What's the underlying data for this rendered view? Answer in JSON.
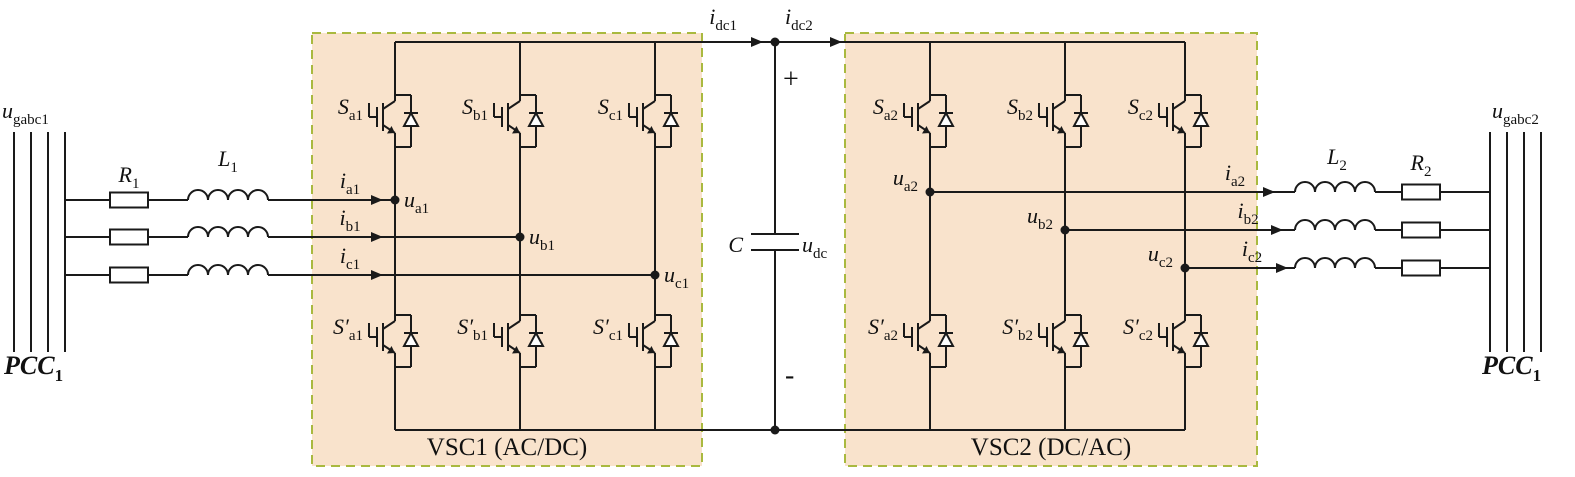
{
  "left_grid": {
    "voltage": {
      "main": "u",
      "sub": "gabc1"
    },
    "pcc_label": {
      "main": "PCC",
      "sub": "1"
    }
  },
  "left_filter": {
    "resistor": {
      "main": "R",
      "sub": "1"
    },
    "inductor": {
      "main": "L",
      "sub": "1"
    }
  },
  "left_currents": {
    "a": {
      "main": "i",
      "sub": "a1"
    },
    "b": {
      "main": "i",
      "sub": "b1"
    },
    "c": {
      "main": "i",
      "sub": "c1"
    }
  },
  "left_node_voltages": {
    "a": {
      "main": "u",
      "sub": "a1"
    },
    "b": {
      "main": "u",
      "sub": "b1"
    },
    "c": {
      "main": "u",
      "sub": "c1"
    }
  },
  "vsc1": {
    "title": "VSC1 (AC/DC)",
    "switches": {
      "sa": {
        "main": "S",
        "sub": "a1"
      },
      "sb": {
        "main": "S",
        "sub": "b1"
      },
      "sc": {
        "main": "S",
        "sub": "c1"
      },
      "spa": {
        "main": "S′",
        "sub": "a1"
      },
      "spb": {
        "main": "S′",
        "sub": "b1"
      },
      "spc": {
        "main": "S′",
        "sub": "c1"
      }
    }
  },
  "dc_link": {
    "current1": {
      "main": "i",
      "sub": "dc1"
    },
    "current2": {
      "main": "i",
      "sub": "dc2"
    },
    "plus": "+",
    "minus": "-",
    "capacitor": "C",
    "voltage": {
      "main": "u",
      "sub": "dc"
    }
  },
  "vsc2": {
    "title": "VSC2 (DC/AC)",
    "switches": {
      "sa": {
        "main": "S",
        "sub": "a2"
      },
      "sb": {
        "main": "S",
        "sub": "b2"
      },
      "sc": {
        "main": "S",
        "sub": "c2"
      },
      "spa": {
        "main": "S′",
        "sub": "a2"
      },
      "spb": {
        "main": "S′",
        "sub": "b2"
      },
      "spc": {
        "main": "S′",
        "sub": "c2"
      }
    }
  },
  "right_node_voltages": {
    "a": {
      "main": "u",
      "sub": "a2"
    },
    "b": {
      "main": "u",
      "sub": "b2"
    },
    "c": {
      "main": "u",
      "sub": "c2"
    }
  },
  "right_currents": {
    "a": {
      "main": "i",
      "sub": "a2"
    },
    "b": {
      "main": "i",
      "sub": "b2"
    },
    "c": {
      "main": "i",
      "sub": "c2"
    }
  },
  "right_filter": {
    "inductor": {
      "main": "L",
      "sub": "2"
    },
    "resistor": {
      "main": "R",
      "sub": "2"
    }
  },
  "right_grid": {
    "voltage": {
      "main": "u",
      "sub": "gabc2"
    },
    "pcc_label": {
      "main": "PCC",
      "sub": "1"
    }
  },
  "colors": {
    "vsc_box_fill": "#f9e3cc",
    "vsc_box_border": "#a9b93f",
    "line": "#1a1a1a"
  }
}
